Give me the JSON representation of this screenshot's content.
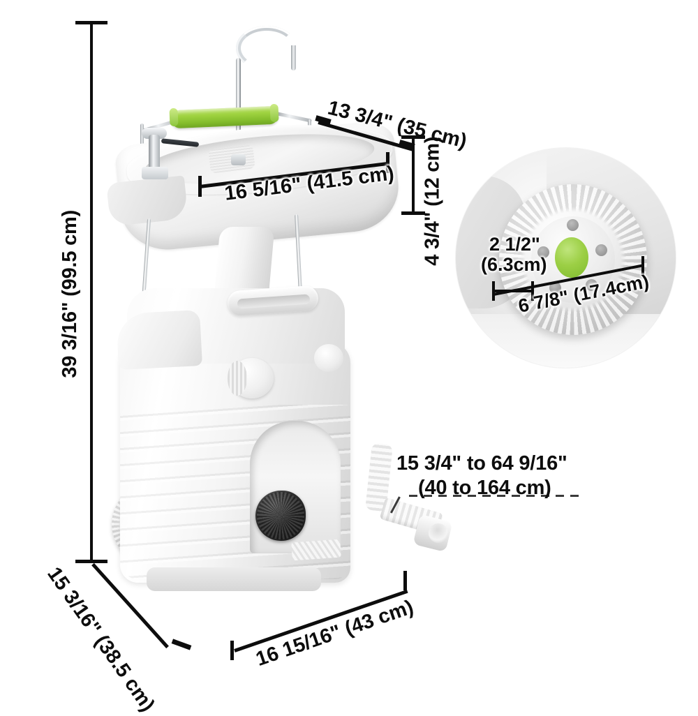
{
  "diagram": {
    "title": "Portable camping sink cart dimension diagram",
    "product": "Rolling portable hand wash station with water tank",
    "line_color": "#0d0d0d",
    "accent_green": "#9ace46"
  },
  "dimensions": {
    "overall_height": "39 3/16\" (99.5 cm)",
    "sink_width": "16 5/16\" (41.5 cm)",
    "sink_depth": "13 3/4\" (35 cm)",
    "basin_depth": "4 3/4\" (12 cm)",
    "base_depth": "15 3/16\" (38.5 cm)",
    "base_width": "16 15/16\" (43 cm)",
    "hose_length_line1": "15 3/4\" to 64 9/16\"",
    "hose_length_line2": "(40 to 164 cm)",
    "wheel_width_line1": "2 1/2\"",
    "wheel_width_line2": "(6.3cm)",
    "wheel_diameter": "6 7/8\" (17.4cm)"
  },
  "parts": {
    "faucet": "gooseneck-faucet",
    "handle_bar": "green-push-bar",
    "soap_dispenser": "soap-dispenser",
    "basin": "sink-basin",
    "support_column": "support-column",
    "tank": "water-tank",
    "carry_handle": "carry-handle",
    "fill_cap": "fill-cap",
    "side_cap": "side-cap",
    "pump_knob": "black-pump-knob",
    "drain_hose": "drain-hose",
    "wheel": "wheel",
    "wheel_inset": "wheel-detail-inset"
  }
}
